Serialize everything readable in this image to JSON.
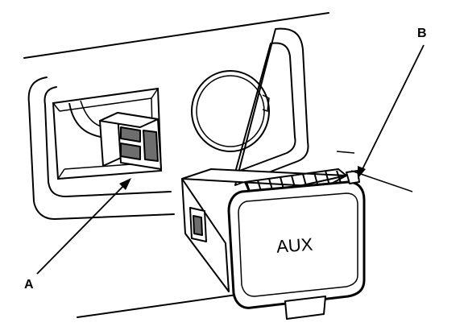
{
  "callouts": {
    "a": "A",
    "b": "B"
  },
  "switch_label": "AUX",
  "colors": {
    "line": "#000000",
    "background": "#ffffff",
    "shade": "#6e6e6e"
  }
}
